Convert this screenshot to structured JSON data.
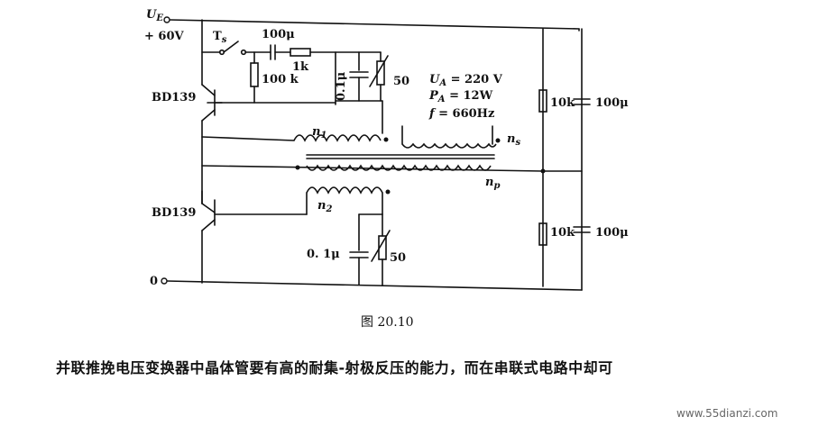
{
  "diagram": {
    "supply_label": "U",
    "supply_subscript": "E",
    "supply_value": "+ 60V",
    "switch_label": "T",
    "switch_subscript": "s",
    "cap_top": "100μ",
    "res_top": "1k",
    "res_base": "100 k",
    "cap_upper_tank": "0.1μ",
    "pot_upper": "50",
    "transistor_upper": "BD139",
    "transistor_lower": "BD139",
    "winding_n1": "n",
    "winding_n1_sub": "1",
    "winding_n2": "n",
    "winding_n2_sub": "2",
    "winding_ns": "n",
    "winding_ns_sub": "s",
    "winding_np": "n",
    "winding_np_sub": "p",
    "spec_ua": "U",
    "spec_ua_sub": "A",
    "spec_ua_val": " = 220 V",
    "spec_pa": "P",
    "spec_pa_sub": "A",
    "spec_pa_val": " = 12W",
    "spec_f": "f",
    "spec_f_val": " = 660Hz",
    "cap_lower_tank": "0. 1μ",
    "pot_lower": "50",
    "ground_label": "0",
    "res_right_upper": "10k",
    "cap_right_upper": "100μ",
    "res_right_lower": "10k",
    "cap_right_lower": "100μ"
  },
  "caption": "图 20.10",
  "body_text": "并联推挽电压变换器中晶体管要有高的耐集-射极反压的能力，而在串联式电路中却可",
  "watermark": "www.55dianzi.com"
}
